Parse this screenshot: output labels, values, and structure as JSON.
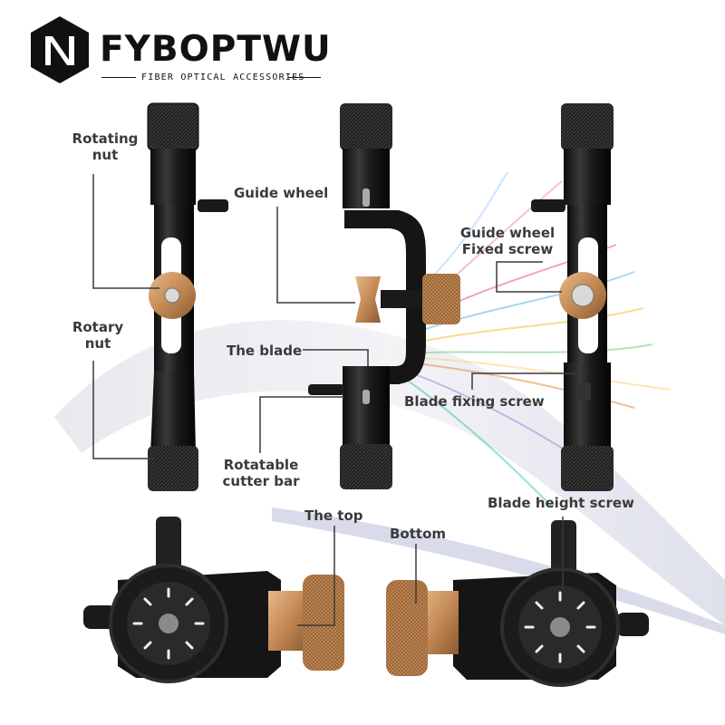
{
  "brand": {
    "name": "FYBOPTWU",
    "tagline": "FIBER OPTICAL ACCESSORIES",
    "logo_icon": "hexagon-n-logo-icon"
  },
  "labels": {
    "rotating_nut": "Rotating\nnut",
    "guide_wheel": "Guide wheel",
    "guide_wheel_fixed_screw": "Guide wheel\nFixed screw",
    "rotary_nut": "Rotary\nnut",
    "the_blade": "The blade",
    "blade_fixing_screw": "Blade fixing screw",
    "rotatable_cutter_bar": "Rotatable\ncutter bar",
    "blade_height_screw": "Blade height screw",
    "the_top": "The top",
    "bottom": "Bottom"
  },
  "colors": {
    "tool_black": "#1c1c1c",
    "copper": "#c48a55",
    "label_text": "#3a3a3a",
    "leader_line": "#3a3a3a"
  }
}
